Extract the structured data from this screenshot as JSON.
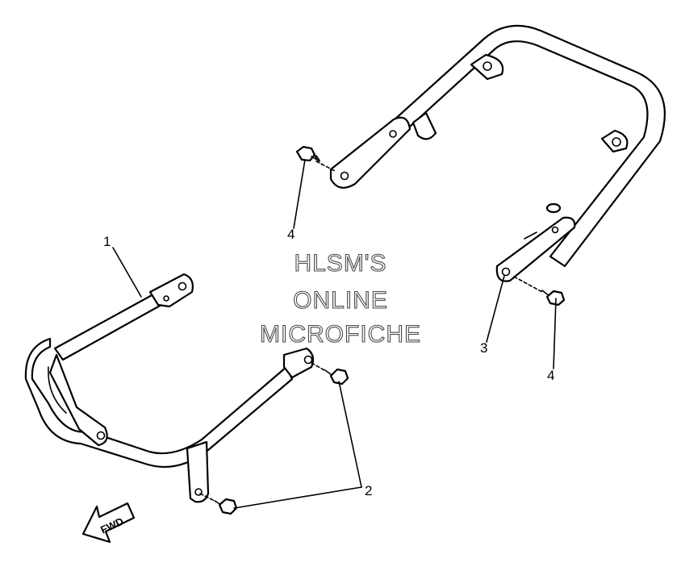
{
  "watermark": {
    "line1": "HLSM'S",
    "line2": "ONLINE",
    "line3": "MICROFICHE"
  },
  "callouts": {
    "part1": "1",
    "part2": "2",
    "part3": "3",
    "part4_upper": "4",
    "part4_lower": "4"
  },
  "direction_arrow": {
    "label": "FWD",
    "icon": "fwd-arrow-icon"
  }
}
